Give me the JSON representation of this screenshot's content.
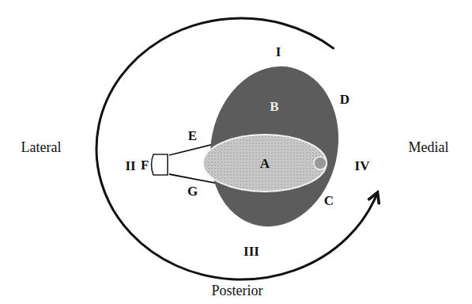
{
  "diagram": {
    "nodes": [
      {
        "text": [
          "B"
        ]
      },
      {
        "text": [
          "A"
        ],
        "in": 0
      },
      {
        "text": [
          "F"
        ]
      }
    ],
    "edges": [
      {
        "from": 2,
        "to": 1,
        "arrow": "none",
        "label": "E"
      },
      {
        "from": 2,
        "to": 1,
        "arrow": "none",
        "label": "G"
      }
    ],
    "labels": [
      "I",
      "D",
      "II",
      "IV",
      "C",
      "III",
      "Lateral",
      "Medial",
      "Posterior"
    ]
  }
}
